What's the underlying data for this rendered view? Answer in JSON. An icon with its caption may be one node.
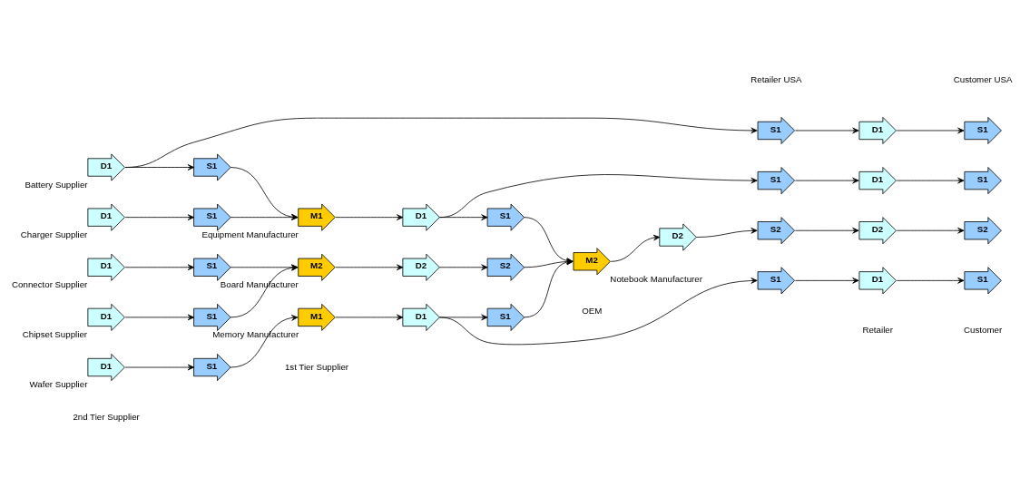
{
  "diagram": {
    "nodes": [
      {
        "text": [
          "D1"
        ],
        "beside": [
          "Battery Supplier"
        ]
      },
      {
        "text": [
          "D1"
        ],
        "beside": [
          "Charger Supplier"
        ]
      },
      {
        "text": [
          "D1"
        ],
        "beside": [
          "Connector Supplier"
        ]
      },
      {
        "text": [
          "D1"
        ],
        "beside": [
          "Chipset Supplier"
        ]
      },
      {
        "text": [
          "D1"
        ],
        "beside": [
          "Wafer Supplier"
        ]
      },
      {
        "text": [
          "S1"
        ]
      },
      {
        "text": [
          "S1"
        ]
      },
      {
        "text": [
          "S1"
        ]
      },
      {
        "text": [
          "S1"
        ]
      },
      {
        "text": [
          "S1"
        ]
      },
      {
        "text": [
          "M1"
        ],
        "beside": [
          "Equipment Manufacturer"
        ]
      },
      {
        "text": [
          "M2"
        ],
        "beside": [
          "Board Manufacturer"
        ]
      },
      {
        "text": [
          "M1"
        ],
        "beside": [
          "Memory Manufacturer"
        ]
      },
      {
        "text": [
          "D1"
        ]
      },
      {
        "text": [
          "D2"
        ]
      },
      {
        "text": [
          "D1"
        ]
      },
      {
        "text": [
          "S1"
        ]
      },
      {
        "text": [
          "S2"
        ]
      },
      {
        "text": [
          "S1"
        ]
      },
      {
        "text": [
          "M2"
        ],
        "beside": [
          "Notebook Manufacturer"
        ]
      },
      {
        "text": [
          "D2"
        ]
      },
      {
        "text": [
          "S1"
        ]
      },
      {
        "text": [
          "D1"
        ]
      },
      {
        "text": [
          "S1"
        ]
      },
      {
        "text": [
          "S1"
        ]
      },
      {
        "text": [
          "D1"
        ]
      },
      {
        "text": [
          "S1"
        ]
      },
      {
        "text": [
          "S2"
        ]
      },
      {
        "text": [
          "D2"
        ]
      },
      {
        "text": [
          "S2"
        ]
      },
      {
        "text": [
          "S1"
        ]
      },
      {
        "text": [
          "D1"
        ]
      },
      {
        "text": [
          "S1"
        ]
      }
    ],
    "edges": [
      {
        "from": 0,
        "to": 21,
        "arrow": "to"
      },
      {
        "from": 0,
        "to": 5,
        "arrow": "to"
      },
      {
        "from": 1,
        "to": 6,
        "arrow": "to"
      },
      {
        "from": 5,
        "to": 10,
        "arrow": "to"
      },
      {
        "from": 6,
        "to": 10,
        "arrow": "to"
      },
      {
        "from": 2,
        "to": 7,
        "arrow": "to"
      },
      {
        "from": 3,
        "to": 8,
        "arrow": "to"
      },
      {
        "from": 7,
        "to": 11,
        "arrow": "to"
      },
      {
        "from": 8,
        "to": 11,
        "arrow": "to"
      },
      {
        "from": 4,
        "to": 9,
        "arrow": "to"
      },
      {
        "from": 9,
        "to": 12,
        "arrow": "to"
      },
      {
        "from": 10,
        "to": 13,
        "arrow": "to"
      },
      {
        "from": 13,
        "to": 24,
        "arrow": "to"
      },
      {
        "from": 13,
        "to": 16,
        "arrow": "to"
      },
      {
        "from": 11,
        "to": 14,
        "arrow": "to"
      },
      {
        "from": 14,
        "to": 17,
        "arrow": "to"
      },
      {
        "from": 12,
        "to": 15,
        "arrow": "to"
      },
      {
        "from": 15,
        "to": 18,
        "arrow": "to"
      },
      {
        "from": 15,
        "to": 30,
        "arrow": "to"
      },
      {
        "from": 16,
        "to": 19,
        "arrow": "to"
      },
      {
        "from": 17,
        "to": 19,
        "arrow": "to"
      },
      {
        "from": 18,
        "to": 19,
        "arrow": "to"
      },
      {
        "from": 19,
        "to": 20,
        "arrow": "to"
      },
      {
        "from": 20,
        "to": 27,
        "arrow": "to"
      },
      {
        "from": 21,
        "to": 22,
        "arrow": "to"
      },
      {
        "from": 22,
        "to": 23,
        "arrow": "to"
      },
      {
        "from": 24,
        "to": 25,
        "arrow": "to"
      },
      {
        "from": 25,
        "to": 26,
        "arrow": "to"
      },
      {
        "from": 27,
        "to": 28,
        "arrow": "to"
      },
      {
        "from": 28,
        "to": 29,
        "arrow": "to"
      },
      {
        "from": 30,
        "to": 31,
        "arrow": "to"
      },
      {
        "from": 31,
        "to": 32,
        "arrow": "to"
      }
    ],
    "labels": [
      "Retailer USA",
      "Customer USA",
      "2nd Tier Supplier",
      "1st Tier Supplier",
      "OEM",
      "Retailer",
      "Customer"
    ]
  }
}
